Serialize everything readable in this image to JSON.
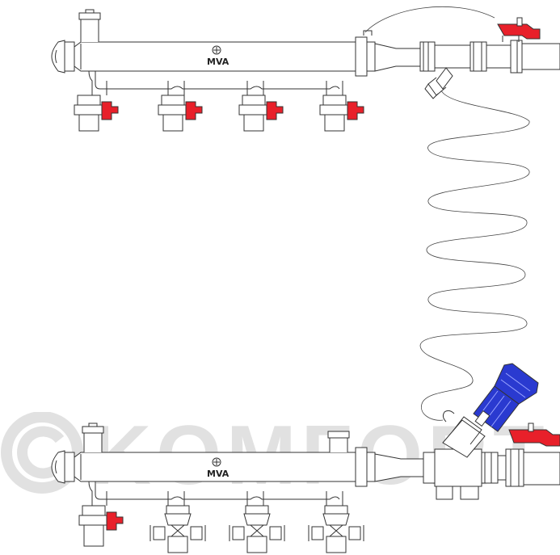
{
  "watermark": {
    "text": "KOMFORT",
    "symbol": "©"
  },
  "manifold_top": {
    "brand": "MVA",
    "outlets": 4,
    "outlet_type": "ball-valve"
  },
  "manifold_bottom": {
    "brand": "MVA",
    "outlets": 4,
    "outlet_types": [
      "ball-valve",
      "angle-valve",
      "angle-valve",
      "angle-valve"
    ]
  },
  "colors": {
    "valve_handle_red": "#e8202a",
    "balancing_valve_blue": "#2a3ad0",
    "line": "#333333",
    "watermark": "#e1e1e1"
  }
}
